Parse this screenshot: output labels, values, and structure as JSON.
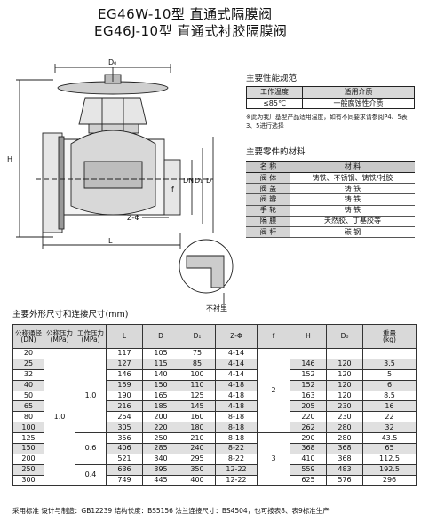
{
  "titles": {
    "line1": "EG46W-10型    直通式隔膜阀",
    "line2": "EG46J-10型    直通式衬胶隔膜阀"
  },
  "drawing": {
    "labels": {
      "d0": "D₀",
      "h": "H",
      "dn": "DN",
      "d1": "D₁",
      "d": "D",
      "zphi": "Z-Φ",
      "l": "L",
      "f": "f",
      "lining_note": "不衬里"
    }
  },
  "performance": {
    "title": "主要性能规范",
    "headers": [
      "工作温度",
      "适用介质"
    ],
    "rows": [
      [
        "≤85℃",
        "一般腐蚀性介质"
      ]
    ],
    "note": "※此为我厂基型产品适用温度，如有不同要求请参阅P4、5表3、5进行选择"
  },
  "parts": {
    "title": "主要零件的材料",
    "headers": [
      "名  称",
      "材  料"
    ],
    "rows": [
      [
        "阀  体",
        "铸铁、不锈钢、铸铁/衬胶"
      ],
      [
        "阀  盖",
        "铸  铁"
      ],
      [
        "阀  瓣",
        "铸  铁"
      ],
      [
        "手  轮",
        "铸  铁"
      ],
      [
        "隔  膜",
        "天然胶、丁基胶等"
      ],
      [
        "阀  杆",
        "碳  钢"
      ]
    ]
  },
  "dimensions": {
    "title": "主要外形尺寸和连接尺寸(mm)",
    "headers": [
      "公称通径\n(DN)",
      "公称压力\n(MPa)",
      "工作压力\n(MPa)",
      "L",
      "D",
      "D₁",
      "Z-Φ",
      "f",
      "H",
      "D₀",
      "重量\n(kg)"
    ],
    "rows": [
      [
        "20",
        "",
        "",
        "117",
        "105",
        "75",
        "4-14",
        "",
        "",
        "",
        ""
      ],
      [
        "25",
        "",
        "",
        "127",
        "115",
        "85",
        "4-14",
        "",
        "146",
        "120",
        "3.5"
      ],
      [
        "32",
        "",
        "",
        "146",
        "140",
        "100",
        "4-14",
        "",
        "152",
        "120",
        "5"
      ],
      [
        "40",
        "",
        "",
        "159",
        "150",
        "110",
        "4-18",
        "",
        "152",
        "120",
        "6"
      ],
      [
        "50",
        "",
        "",
        "190",
        "165",
        "125",
        "4-18",
        "",
        "163",
        "120",
        "8.5"
      ],
      [
        "65",
        "",
        "",
        "216",
        "185",
        "145",
        "4-18",
        "",
        "205",
        "230",
        "16"
      ],
      [
        "80",
        "",
        "",
        "254",
        "200",
        "160",
        "8-18",
        "",
        "220",
        "230",
        "22"
      ],
      [
        "100",
        "",
        "",
        "305",
        "220",
        "180",
        "8-18",
        "",
        "262",
        "280",
        "32"
      ],
      [
        "125",
        "",
        "",
        "356",
        "250",
        "210",
        "8-18",
        "",
        "290",
        "280",
        "43.5"
      ],
      [
        "150",
        "",
        "",
        "406",
        "285",
        "240",
        "8-22",
        "",
        "368",
        "368",
        "65"
      ],
      [
        "200",
        "",
        "",
        "521",
        "340",
        "295",
        "8-22",
        "",
        "410",
        "368",
        "112.5"
      ],
      [
        "250",
        "",
        "",
        "636",
        "395",
        "350",
        "12-22",
        "",
        "559",
        "483",
        "192.5"
      ],
      [
        "300",
        "",
        "",
        "749",
        "445",
        "400",
        "12-22",
        "",
        "625",
        "576",
        "296"
      ]
    ],
    "merged": {
      "pn": "1.0",
      "wp1": "1.0",
      "wp2": "0.6",
      "wp3": "0.4",
      "f1": "2",
      "f2": "3"
    }
  },
  "footer": "采用标准  设计与制造：GB12239  结构长度：BS5156  法兰连接尺寸：BS4504，也可按表8、表9标准生产"
}
